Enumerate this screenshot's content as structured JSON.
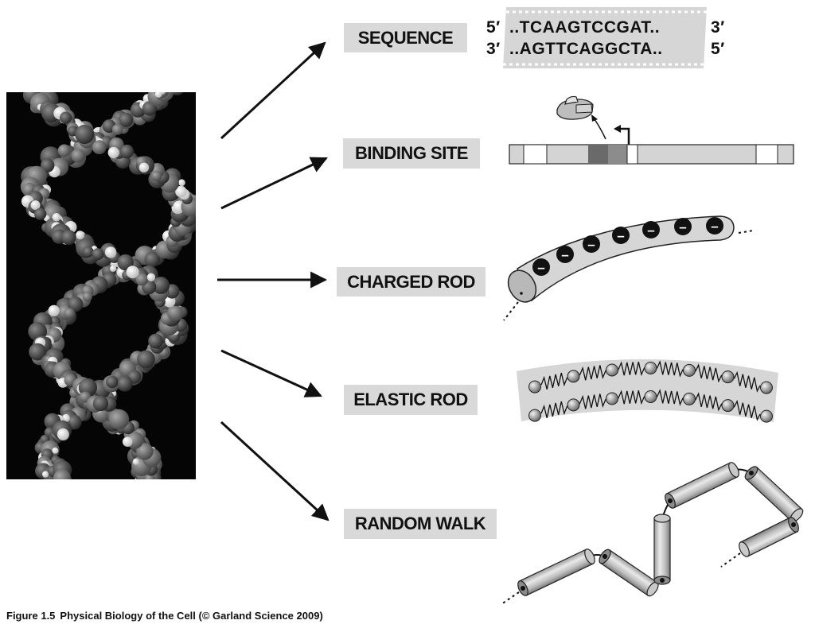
{
  "labels": {
    "sequence": "SEQUENCE",
    "binding_site": "BINDING SITE",
    "charged_rod": "CHARGED ROD",
    "elastic_rod": "ELASTIC ROD",
    "random_walk": "RANDOM WALK"
  },
  "sequence": {
    "top_left": "5′",
    "top_strand": "..TCAAGTCCGAT..",
    "top_right": "3′",
    "bottom_left": "3′",
    "bottom_strand": "..AGTTCAGGCTA..",
    "bottom_right": "5′"
  },
  "charge_symbol": "–",
  "caption": {
    "figure": "Figure 1.5",
    "text": "Physical Biology of the Cell (© Garland Science 2009)"
  }
}
